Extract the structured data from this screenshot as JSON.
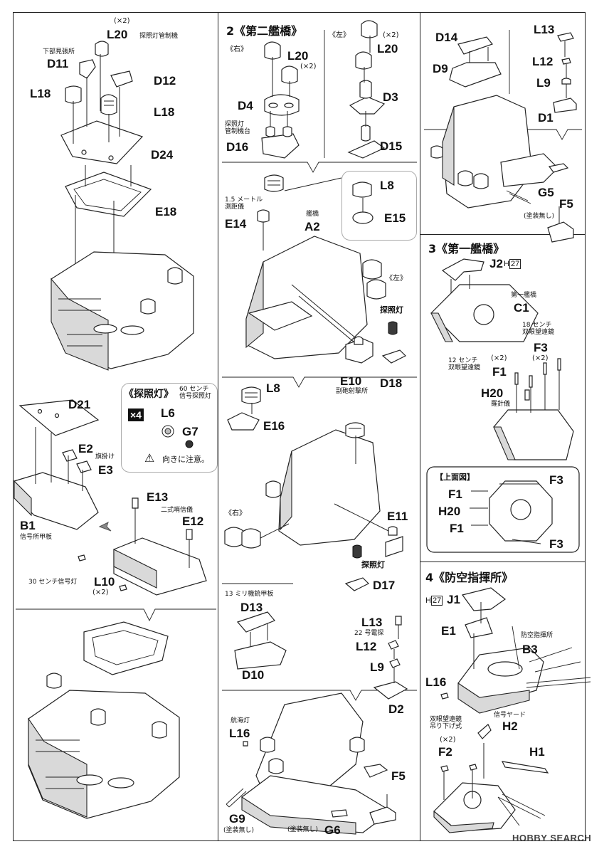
{
  "steps": {
    "s2": "2《第二艦橋》",
    "s3": "3《第一艦橋》",
    "s4": "4《防空指揮所》",
    "searchlight": "《探照灯》"
  },
  "sides": {
    "right": "《右》",
    "left": "《左》"
  },
  "parts": {
    "L20": "L20",
    "D11": "D11",
    "D12": "D12",
    "L18": "L18",
    "L18b": "L18",
    "D24": "D24",
    "E18": "E18",
    "L20r": "L20",
    "D4": "D4",
    "D16": "D16",
    "L20l": "L20",
    "D3": "D3",
    "D15": "D15",
    "D14": "D14",
    "D9": "D9",
    "L13": "L13",
    "L12": "L12",
    "L9": "L9",
    "D1": "D1",
    "G5": "G5",
    "F5": "F5",
    "L8": "L8",
    "E15": "E15",
    "E14": "E14",
    "A2": "A2",
    "E10": "E10",
    "D18": "D18",
    "J2": "J2",
    "C1": "C1",
    "F3a": "F3",
    "F1a": "F1",
    "H20": "H20",
    "F3t": "F3",
    "F1t": "F1",
    "H20t": "H20",
    "F1b": "F1",
    "F3b": "F3",
    "D21": "D21",
    "E2": "E2",
    "E3": "E3",
    "B1": "B1",
    "L6": "L6",
    "G7": "G7",
    "E13": "E13",
    "E12": "E12",
    "L10": "L10",
    "L8b": "L8",
    "E16": "E16",
    "E11": "E11",
    "D17": "D17",
    "D13": "D13",
    "D10": "D10",
    "L13b": "L13",
    "L12b": "L12",
    "L9b": "L9",
    "D2": "D2",
    "L16": "L16",
    "F5b": "F5",
    "G9": "G9",
    "G6": "G6",
    "J1": "J1",
    "E1": "E1",
    "B3": "B3",
    "L16b": "L16",
    "H2": "H2",
    "F2": "F2",
    "H1": "H1"
  },
  "notes": {
    "searchlight_ctrl": "探照灯管制機",
    "lower_lookout": "下部見張所",
    "searchlight_platform": "探照灯\n管制機台",
    "rangefinder": "1.5 メートル\n測距儀",
    "bridge": "艦橋",
    "searchlight": "探照灯",
    "secondary_fc": "副砲射撃所",
    "first_bridge": "第一艦橋",
    "bino18": "18 センチ\n双眼望遠鏡",
    "bino12": "12 センチ\n双眼望遠鏡",
    "compass": "羅針儀",
    "top_view": "【上面図】",
    "signal60": "60 センチ\n信号探照灯",
    "flag": "旗掛け",
    "signal_deck": "信号所甲板",
    "nishiki": "二式哨信儀",
    "signal30": "30 センチ信号灯",
    "caution": "向きに注意。",
    "mg13": "13 ミリ機銃甲板",
    "radar22": "22 号電探",
    "searchlight2": "探照灯",
    "navlight": "航海灯",
    "no_paint_g9": "(塗装無し)",
    "no_paint_g6": "(塗装無し)",
    "no_paint_g5": "(塗装無し)",
    "aa_control": "防空指揮所",
    "signal_yard": "信号ヤード",
    "bino_hanging": "双眼望遠鏡\n吊り下げ式"
  },
  "quantities": {
    "x2": "(×2)",
    "x4": "×4"
  },
  "refs": {
    "h27": "H",
    "h27n": "27"
  },
  "brand": "HOBBY SEARCH"
}
